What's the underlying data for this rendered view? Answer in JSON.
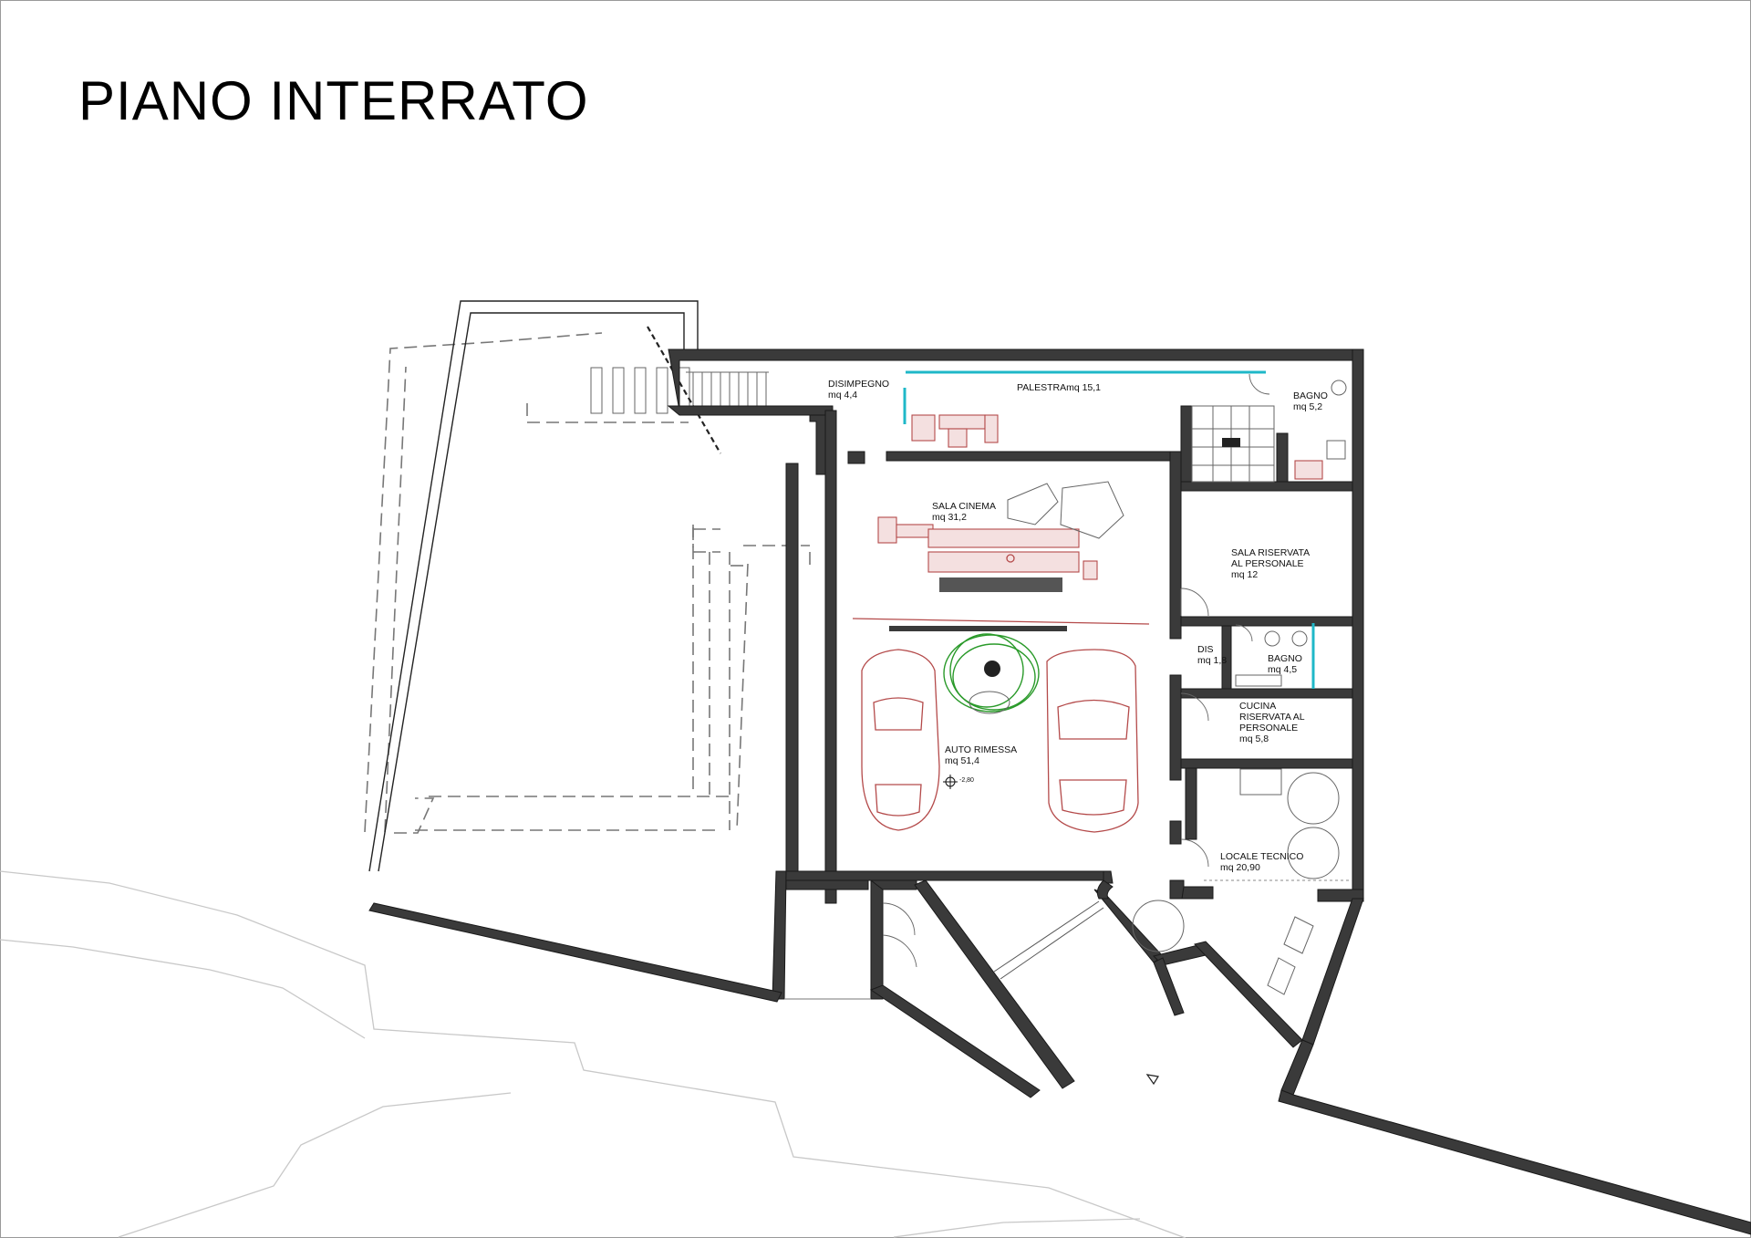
{
  "title": "PIANO INTERRATO",
  "rooms": {
    "disimpegno": {
      "name": "DISIMPEGNO",
      "area": "mq 4,4"
    },
    "palestra": {
      "name": "PALESTRAmq 15,1"
    },
    "bagno_top": {
      "name": "BAGNO",
      "area": "mq 5,2"
    },
    "sala_cinema": {
      "name": "SALA CINEMA",
      "area": "mq 31,2"
    },
    "sala_riservata": {
      "line1": "SALA RISERVATA",
      "line2": "AL PERSONALE",
      "area": "mq 12"
    },
    "dis": {
      "name": "DIS",
      "area": "mq 1,8"
    },
    "bagno_mid": {
      "name": "BAGNO",
      "area": "mq 4,5"
    },
    "cucina": {
      "line1": "CUCINA",
      "line2": "RISERVATA AL",
      "line3": "PERSONALE",
      "area": "mq 5,8"
    },
    "auto_rimessa": {
      "name": "AUTO RIMESSA",
      "area": "mq 51,4"
    },
    "locale_tecnico": {
      "name": "LOCALE TECNICO",
      "area": "mq 20,90"
    }
  },
  "level_mark": "-2,80",
  "colors": {
    "walls": "#3a3a3a",
    "furniture": "#b44a4a",
    "glass": "#1fb8c8",
    "plant": "#2a9a2a",
    "terrain": "#c8c8c8"
  }
}
